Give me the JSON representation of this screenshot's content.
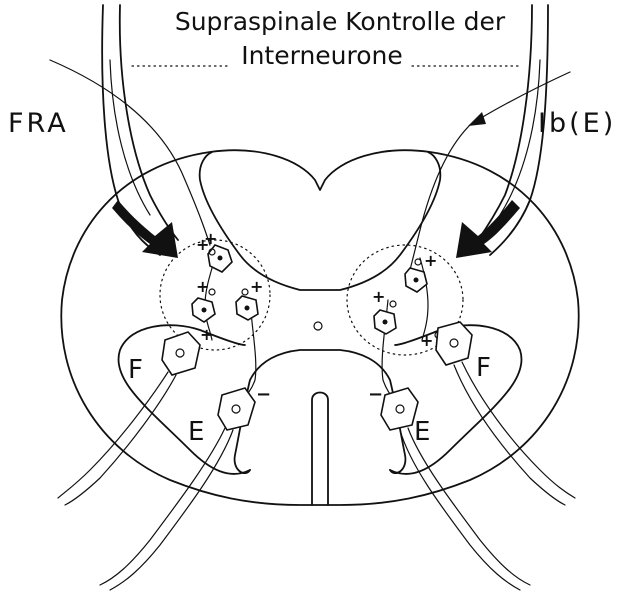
{
  "title_line1": "Supraspinale Kontrolle der",
  "title_line2": "Interneurone",
  "label_left_input": "FRA",
  "label_right_input": "Ib(E)",
  "neuron_labels": {
    "flexor_left": "F",
    "flexor_right": "F",
    "extensor_left": "E",
    "extensor_right": "E"
  },
  "signs": {
    "plus": "+",
    "minus": "−"
  },
  "colors": {
    "ink": "#111111",
    "background": "#ffffff"
  }
}
